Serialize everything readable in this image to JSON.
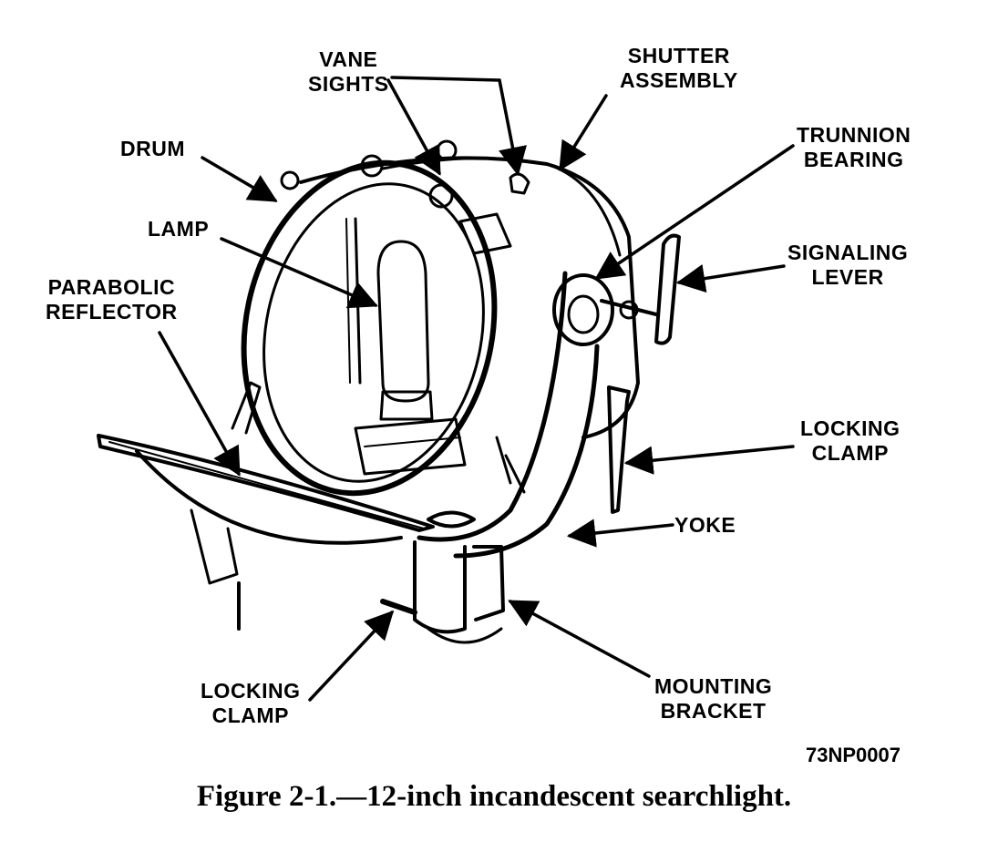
{
  "labels": {
    "vane_sights": [
      "VANE",
      "SIGHTS"
    ],
    "shutter_assembly": [
      "SHUTTER",
      "ASSEMBLY"
    ],
    "drum": "DRUM",
    "trunnion_bearing": [
      "TRUNNION",
      "BEARING"
    ],
    "lamp": "LAMP",
    "signaling_lever": [
      "SIGNALING",
      "LEVER"
    ],
    "parabolic_reflector": [
      "PARABOLIC",
      "REFLECTOR"
    ],
    "locking_clamp_right": [
      "LOCKING",
      "CLAMP"
    ],
    "yoke": "YOKE",
    "locking_clamp_bottom": [
      "LOCKING",
      "CLAMP"
    ],
    "mounting_bracket": [
      "MOUNTING",
      "BRACKET"
    ]
  },
  "figure_id": "73NP0007",
  "caption": "Figure 2-1.—12-inch incandescent searchlight."
}
